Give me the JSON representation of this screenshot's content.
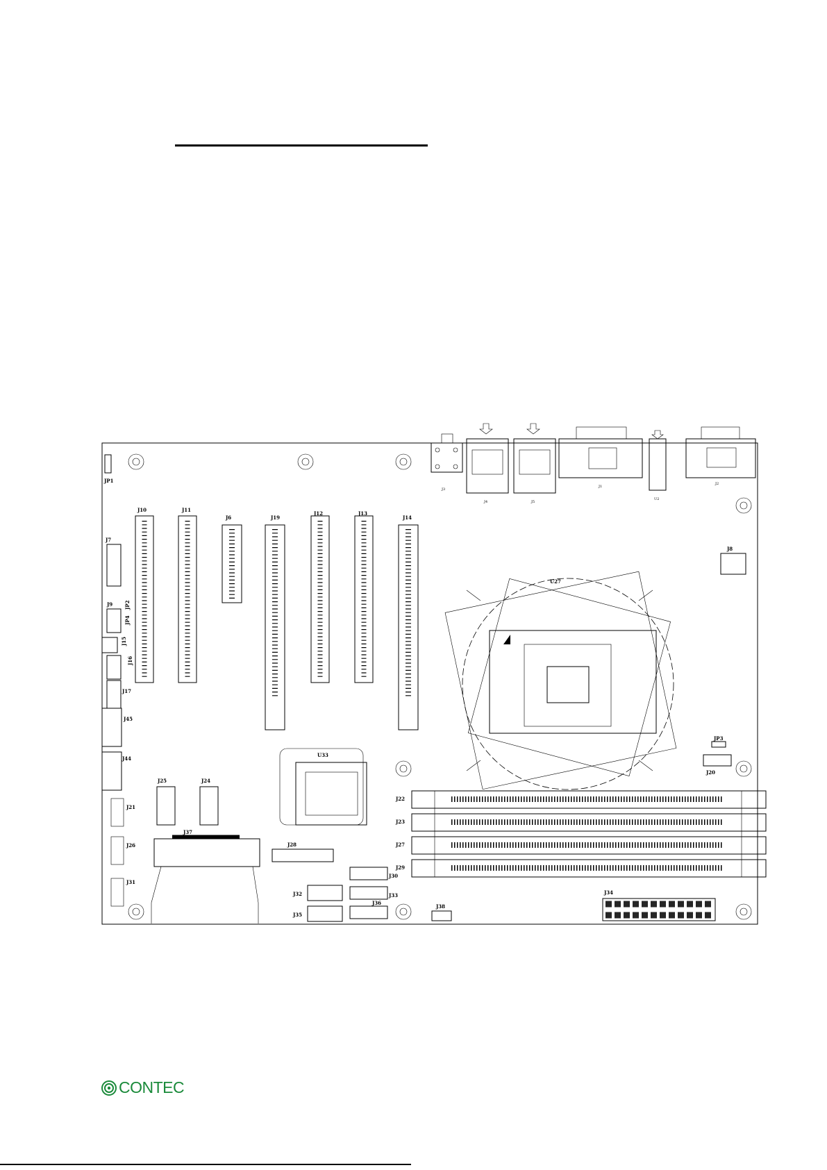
{
  "board": {
    "labels": {
      "JP1": "JP1",
      "J7": "J7",
      "J9": "J9",
      "JP2": "JP2",
      "JP4": "JP4",
      "J15": "J15",
      "J16": "J16",
      "J17": "J17",
      "J45": "J45",
      "J44": "J44",
      "J21": "J21",
      "J26": "J26",
      "J31": "J31",
      "J10": "J10",
      "J11": "J11",
      "J6": "J6",
      "J19": "J19",
      "J12": "J12",
      "J13": "J13",
      "J14": "J14",
      "J3": "J3",
      "J4": "J4",
      "J5": "J5",
      "J1": "J1",
      "U2": "U2",
      "J2": "J2",
      "J8": "J8",
      "U27": "U27",
      "JP3": "JP3",
      "J20": "J20",
      "U33": "U33",
      "J25": "J25",
      "J24": "J24",
      "J37": "J37",
      "J28": "J28",
      "J30": "J30",
      "J33": "J33",
      "J36": "J36",
      "J32": "J32",
      "J35": "J35",
      "J38": "J38",
      "J34": "J34",
      "J22": "J22",
      "J23": "J23",
      "J27": "J27",
      "J29": "J29"
    }
  },
  "footer": {
    "brand": "CONTEC"
  }
}
